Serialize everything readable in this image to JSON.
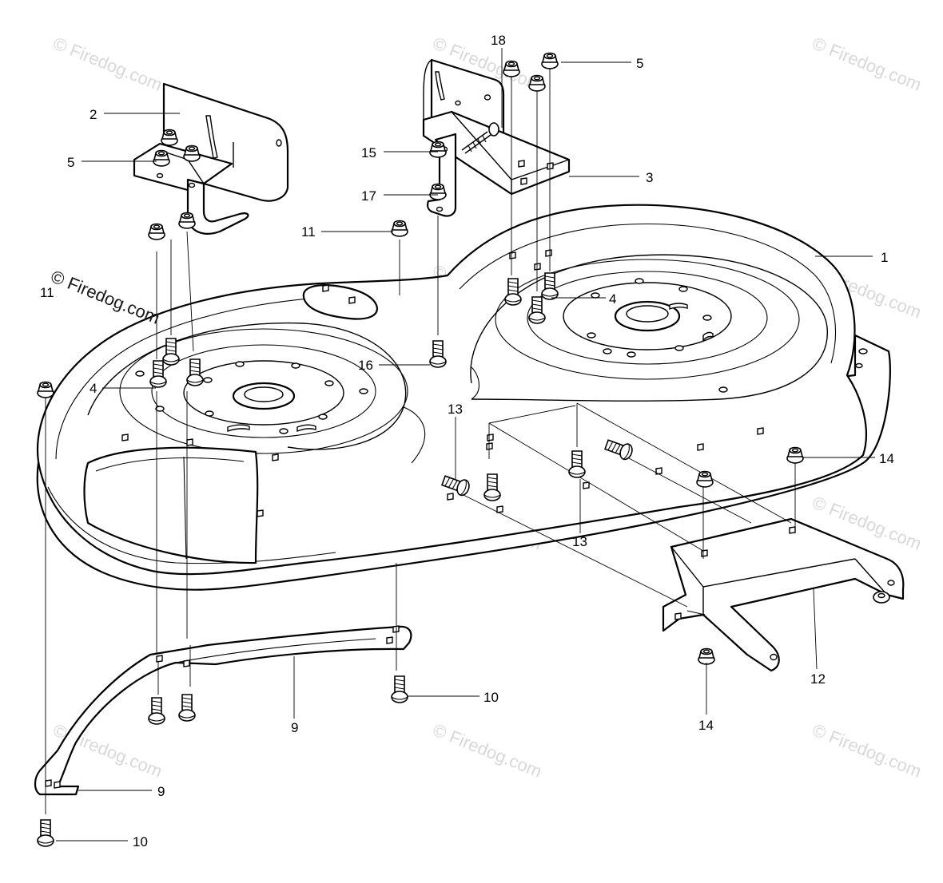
{
  "watermark": {
    "text": "© Firedog.com",
    "color_light": "#cfcfcf",
    "color_dark": "#1a1a1a"
  },
  "callouts": {
    "c1": "1",
    "c2": "2",
    "c3": "3",
    "c4a": "4",
    "c4b": "4",
    "c5a": "5",
    "c5b": "5",
    "c9a": "9",
    "c9b": "9",
    "c10a": "10",
    "c10b": "10",
    "c11a": "11",
    "c11b": "11",
    "c12": "12",
    "c13a": "13",
    "c13b": "13",
    "c14a": "14",
    "c14b": "14",
    "c15": "15",
    "c16": "16",
    "c17": "17",
    "c18": "18"
  }
}
